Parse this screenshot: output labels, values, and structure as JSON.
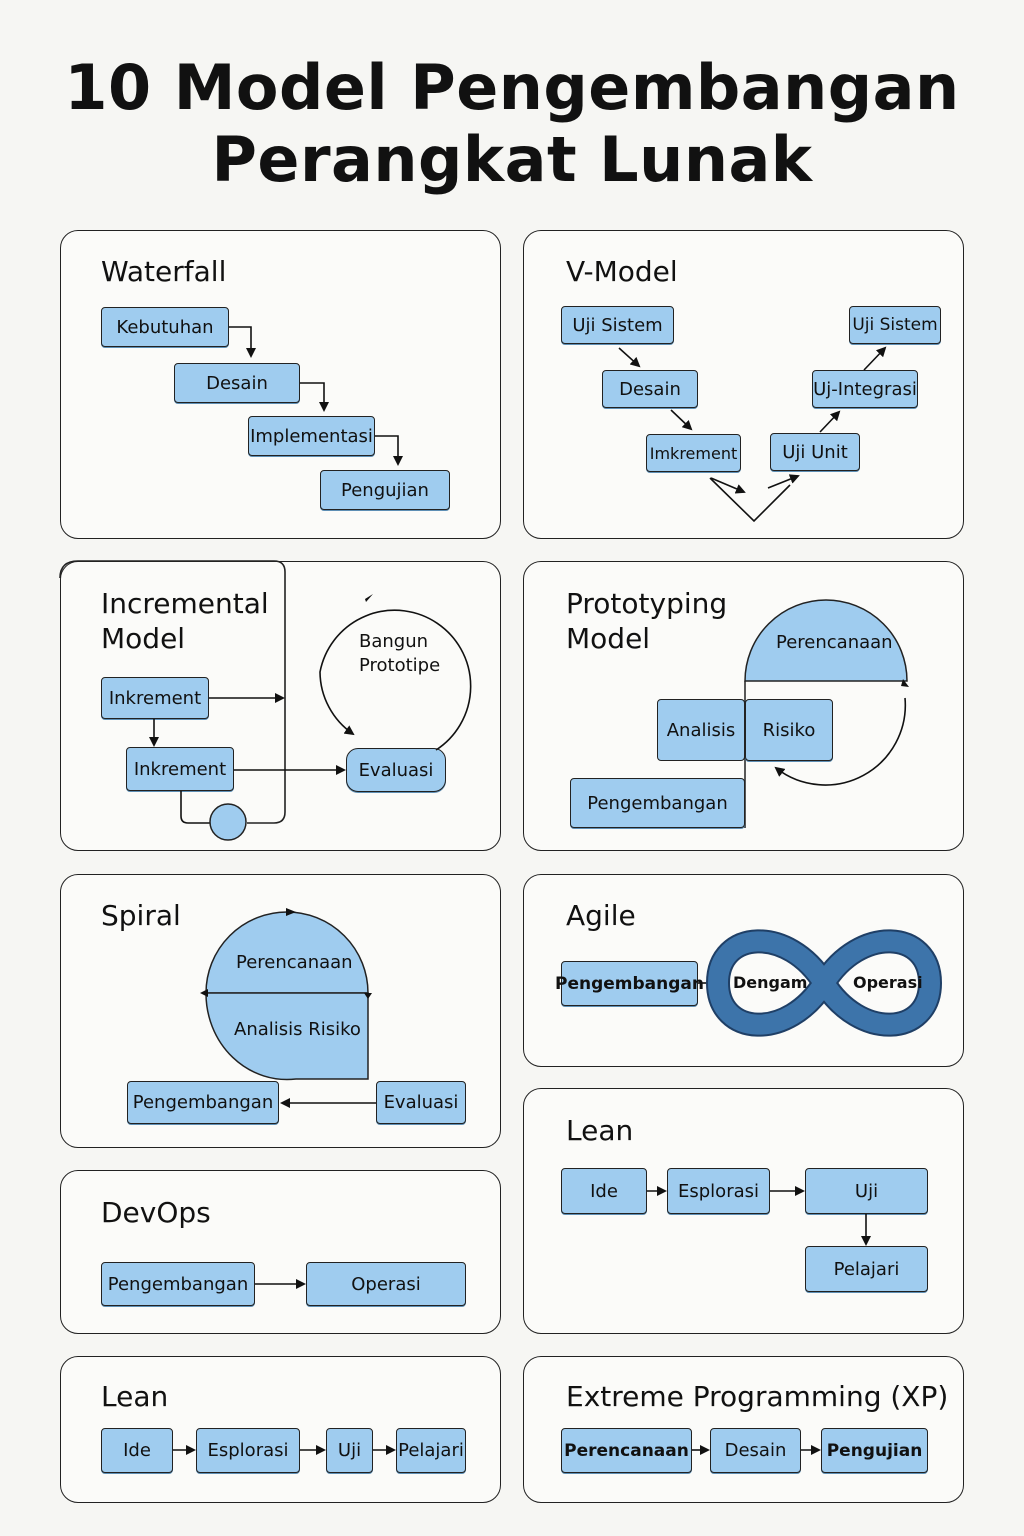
{
  "title": {
    "line1": "10 Model Pengembangan",
    "line2": "Perangkat Lunak"
  },
  "waterfall": {
    "title": "Waterfall",
    "steps": [
      "Kebutuhan",
      "Desain",
      "Implementasi",
      "Pengujian"
    ]
  },
  "vmodel": {
    "title": "V-Model",
    "left": [
      "Uji Sistem",
      "Desain",
      "Imkrement"
    ],
    "right": [
      "Uji Unit",
      "Uj-Integrasi",
      "Uji Sistem"
    ]
  },
  "incremental": {
    "title_line1": "Incremental",
    "title_line2": "Model",
    "box1": "Inkrement",
    "box2": "Inkrement",
    "cycle_line1": "Bangun",
    "cycle_line2": "Prototipe",
    "evaluation": "Evaluasi"
  },
  "prototyping": {
    "title_line1": "Prototyping",
    "title_line2": "Model",
    "planning": "Perencanaan",
    "analysis": "Analisis",
    "risk": "Risiko",
    "development": "Pengembangan"
  },
  "spiral": {
    "title": "Spiral",
    "planning": "Perencanaan",
    "risk_analysis": "Analisis Risiko",
    "development": "Pengembangan",
    "evaluation": "Evaluasi"
  },
  "agile": {
    "title": "Agile",
    "development": "Pengembangan",
    "loop_left": "Dengam",
    "loop_right": "Operasi",
    "loop_color": "#3d74aa"
  },
  "devops": {
    "title": "DevOps",
    "development": "Pengembangan",
    "operation": "Operasi"
  },
  "lean_right": {
    "title": "Lean",
    "steps": [
      "Ide",
      "Esplorasi",
      "Uji",
      "Pelajari"
    ]
  },
  "lean_bottom": {
    "title": "Lean",
    "steps": [
      "Ide",
      "Esplorasi",
      "Uji",
      "Pelajari"
    ]
  },
  "xp": {
    "title": "Extreme Programming (XP)",
    "steps": [
      "Perencanaan",
      "Desain",
      "Pengujian"
    ]
  },
  "colors": {
    "box_fill": "#9fccef",
    "outline": "#222222"
  }
}
